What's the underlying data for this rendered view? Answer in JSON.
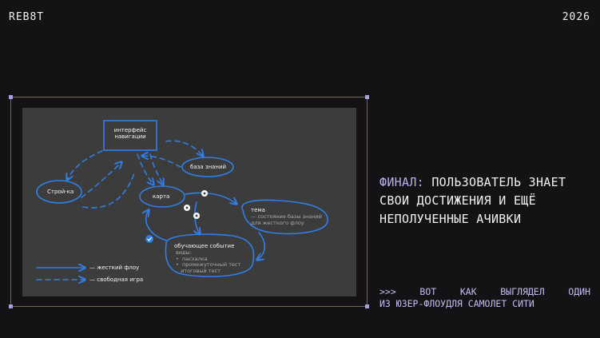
{
  "header": {
    "brand": "REB8T",
    "year": "2026"
  },
  "diagram": {
    "nodes": {
      "nav": "интерфейс\nнавигации",
      "kb": "база знаний",
      "build": "Строй-ка",
      "map": "карта",
      "topic": "тема",
      "topic_sub": "— состояние базы знаний\nдля жесткого флоу",
      "event": "обучающее событие",
      "event_sub": "виды:\n•  пасхалка\n•  промежуточный тест\n   итоговый тест"
    },
    "legend": {
      "solid": "— жесткий флоу",
      "dashed": "— свободная игра"
    },
    "colors": {
      "line": "#2f7fe6",
      "background": "#3c3c3d"
    }
  },
  "main": {
    "heading_accent": "Финал:",
    "heading_rest": "пользователь знает свои достижения и ещё неполученные ачивки",
    "note_prefix": ">>>",
    "note_words": [
      "вот",
      "как",
      "выглядел",
      "один"
    ],
    "note_line2": "из юзер-флоудля самолет сити"
  },
  "colors": {
    "background": "#141214",
    "accent": "#b7adf2",
    "frame": "#6f6a5a"
  }
}
